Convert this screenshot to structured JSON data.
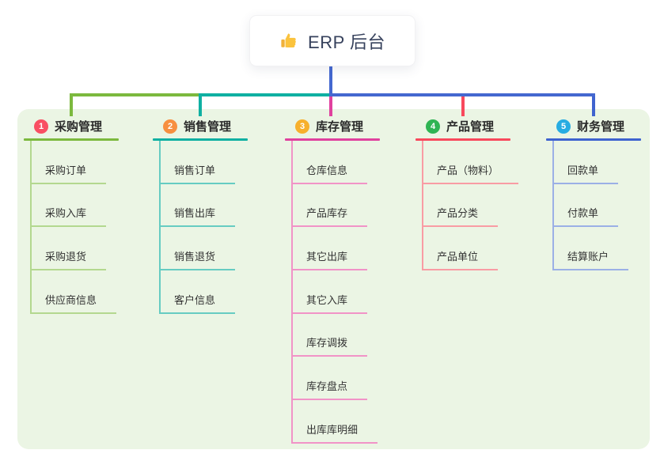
{
  "root": {
    "label": "ERP 后台",
    "icon": "thumbs-up-icon",
    "box_color": "#ffffff",
    "text_color": "#36415c",
    "line_color": "#4468d0"
  },
  "canvas": {
    "background_color": "#ebf5e4"
  },
  "branches": [
    {
      "num": "1",
      "label": "采购管理",
      "num_color": "#f94f63",
      "line_color": "#7cb93e",
      "item_line_color": "#b3d88f",
      "items": [
        "采购订单",
        "采购入库",
        "采购退货",
        "供应商信息"
      ]
    },
    {
      "num": "2",
      "label": "销售管理",
      "num_color": "#f78f40",
      "line_color": "#0fb0a2",
      "item_line_color": "#66ccc2",
      "items": [
        "销售订单",
        "销售出库",
        "销售退货",
        "客户信息"
      ]
    },
    {
      "num": "3",
      "label": "库存管理",
      "num_color": "#f7b02c",
      "line_color": "#e0419e",
      "item_line_color": "#f193c7",
      "items": [
        "仓库信息",
        "产品库存",
        "其它出库",
        "其它入库",
        "库存调拨",
        "库存盘点",
        "出库库明细"
      ]
    },
    {
      "num": "4",
      "label": "产品管理",
      "num_color": "#2fb453",
      "line_color": "#f8495c",
      "item_line_color": "#f99ca4",
      "items": [
        "产品（物料）",
        "产品分类",
        "产品单位"
      ]
    },
    {
      "num": "5",
      "label": "财务管理",
      "num_color": "#27ace2",
      "line_color": "#3f63cf",
      "item_line_color": "#9bb0e6",
      "items": [
        "回款单",
        "付款单",
        "结算账户"
      ]
    }
  ]
}
